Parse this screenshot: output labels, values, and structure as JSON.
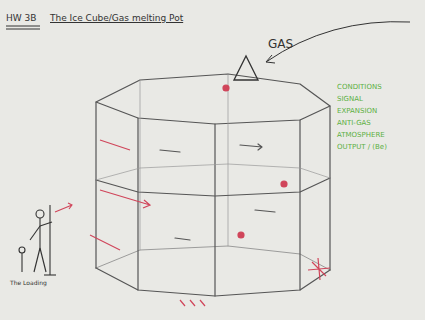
{
  "diagram": {
    "title": "The Ice Cube/Gas melting Pot",
    "labels": [
      "HW 3B",
      "GAS",
      "CONDITIONS",
      "SIGNAL",
      "EXPANSION",
      "ANTI-GAS",
      "ATMOSPHERE",
      "OUTPUT / (Be)",
      "The Loading"
    ]
  }
}
